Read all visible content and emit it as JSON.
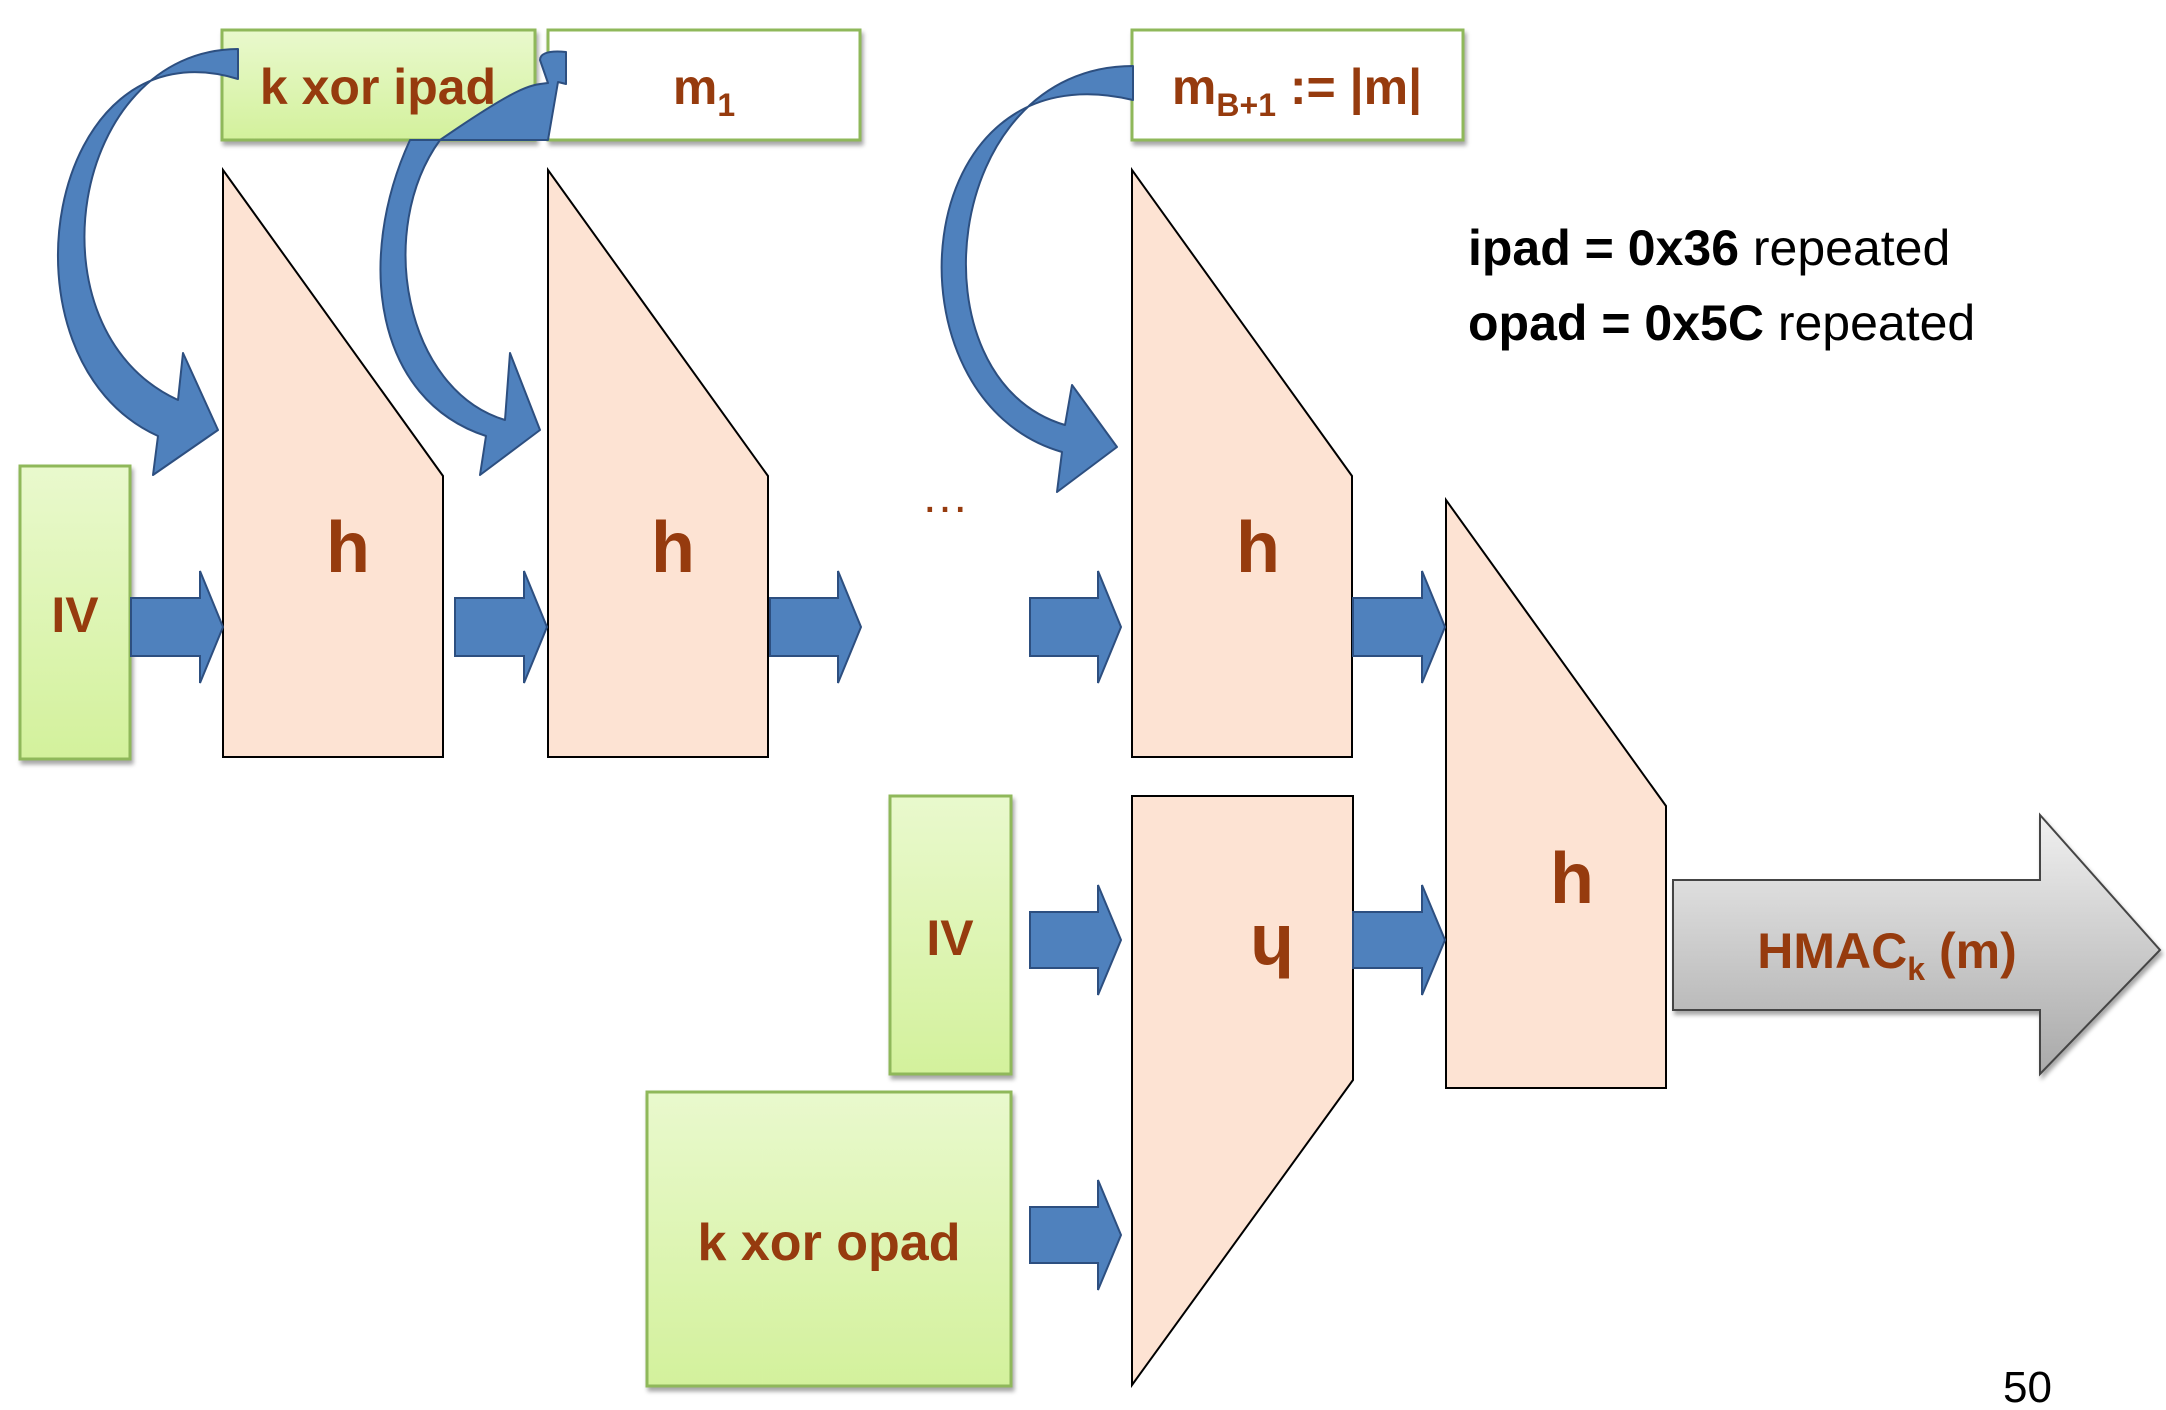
{
  "blocks": {
    "k_xor_ipad": "k xor ipad",
    "m1_base": "m",
    "m1_sub": "1",
    "mB1_base": "m",
    "mB1_sub": "B+1",
    "mB1_rest": " := |m|",
    "iv_top": "IV",
    "iv_bottom": "IV",
    "k_xor_opad": "k xor opad"
  },
  "functions": {
    "h1": "h",
    "h2": "h",
    "h3": "h",
    "h_outer": "h",
    "h_flipped": "h"
  },
  "ellipsis": "…",
  "output": {
    "base": "HMAC",
    "sub": "k",
    "rest": " (m)"
  },
  "legend": {
    "ipad_bold": "ipad = 0x36",
    "ipad_rest": " repeated",
    "opad_bold": "opad = 0x5C",
    "opad_rest": " repeated"
  },
  "page_number": "50",
  "colors": {
    "green_fill": "#dff7b6",
    "green_border": "#8fb85a",
    "peach_fill": "#fde3d3",
    "arrow_blue": "#4f81bd",
    "label_brown": "#963b0e",
    "output_gray": "#c8c8c8"
  }
}
